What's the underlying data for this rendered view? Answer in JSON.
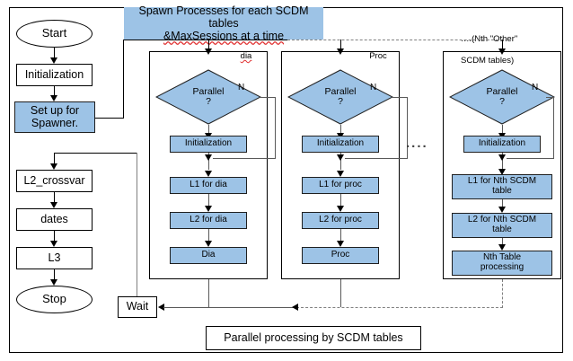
{
  "diagram": {
    "title": "Parallel processing by SCDM tables",
    "colors": {
      "node_fill_blue": "#9DC3E6",
      "node_fill_white": "#FFFFFF",
      "banner_fill": "#9DC3E6",
      "line": "#595959",
      "dashed_line": "#808080",
      "border": "#000000"
    }
  },
  "banner": {
    "line1": "Spawn Processes for each SCDM tables",
    "line2": "&MaxSessions at a time"
  },
  "nth_note": {
    "line1": "….(Nth \"Other\"",
    "line2": "SCDM tables)"
  },
  "main_flow": {
    "start": "Start",
    "initialization": "Initialization",
    "setup": "Set up for\nSpawner.",
    "l2_crossvar": "L2_crossvar",
    "dates": "dates",
    "l3": "L3",
    "stop": "Stop",
    "wait": "Wait"
  },
  "columns": [
    {
      "id": "dia",
      "header": "dia",
      "decision": "Parallel\n?",
      "decision_no_label": "N",
      "steps": [
        "Initialization",
        "L1 for dia",
        "L2 for dia",
        "Dia"
      ]
    },
    {
      "id": "proc",
      "header": "Proc",
      "decision": "Parallel\n?",
      "decision_no_label": "N",
      "steps": [
        "Initialization",
        "L1 for proc",
        "L2 for proc",
        "Proc"
      ]
    },
    {
      "id": "nth",
      "header": "",
      "decision": "Parallel\n?",
      "decision_no_label": "N",
      "steps": [
        "Initialization",
        "L1 for Nth SCDM\ntable",
        "L2 for Nth SCDM\ntable",
        "Nth Table\nprocessing"
      ]
    }
  ],
  "ellipsis": "....",
  "footer": {
    "label": "Parallel processing by SCDM tables"
  }
}
